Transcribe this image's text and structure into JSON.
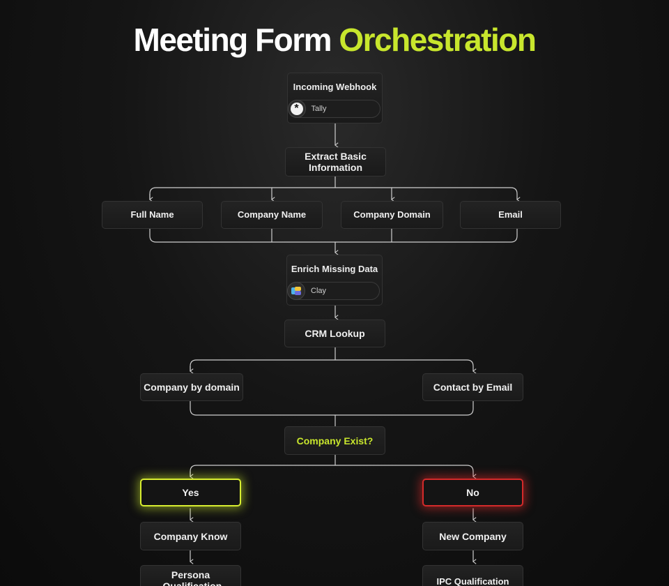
{
  "title": {
    "main": "Meeting Form ",
    "accent": "Orchestration"
  },
  "colors": {
    "accent": "#c8e62d",
    "yes_glow": "#d8ee30",
    "no_glow": "#d42a2a",
    "line": "#cfcfcf"
  },
  "nodes": {
    "webhook": {
      "title": "Incoming Webhook",
      "tool": "Tally",
      "tool_icon": "tally-logo-icon"
    },
    "extract": {
      "label": "Extract Basic Information"
    },
    "fields": [
      "Full Name",
      "Company Name",
      "Company Domain",
      "Email"
    ],
    "enrich": {
      "title": "Enrich Missing Data",
      "tool": "Clay",
      "tool_icon": "clay-logo-icon"
    },
    "crm": {
      "label": "CRM Lookup"
    },
    "company_by_domain": {
      "label": "Company by domain"
    },
    "contact_by_email": {
      "label": "Contact by Email"
    },
    "company_exist": {
      "label": "Company Exist?"
    },
    "yes": {
      "label": "Yes"
    },
    "no": {
      "label": "No"
    },
    "company_know": {
      "label": "Company Know"
    },
    "new_company": {
      "label": "New Company"
    },
    "persona": {
      "label": "Persona Qualification"
    },
    "ipc": {
      "label": "IPC Qualification"
    }
  }
}
